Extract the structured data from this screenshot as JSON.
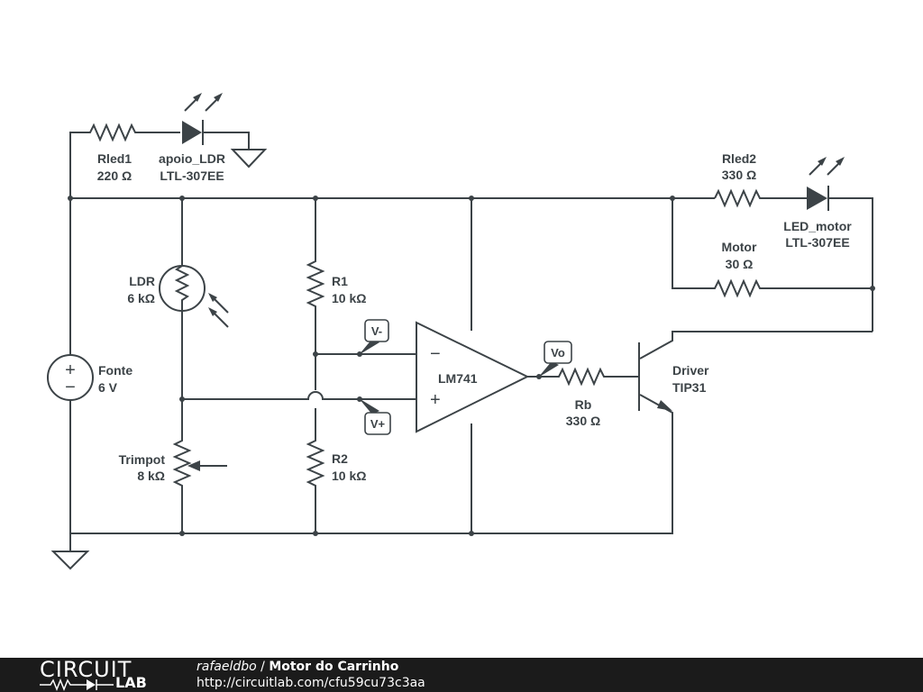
{
  "components": {
    "rled1": {
      "name": "Rled1",
      "value": "220 Ω"
    },
    "apoio_ldr": {
      "name": "apoio_LDR",
      "value": "LTL-307EE"
    },
    "rled2": {
      "name": "Rled2",
      "value": "330 Ω"
    },
    "led_motor": {
      "name": "LED_motor",
      "value": "LTL-307EE"
    },
    "motor": {
      "name": "Motor",
      "value": "30 Ω"
    },
    "ldr": {
      "name": "LDR",
      "value": "6 kΩ"
    },
    "r1": {
      "name": "R1",
      "value": "10 kΩ"
    },
    "r2": {
      "name": "R2",
      "value": "10 kΩ"
    },
    "fonte": {
      "name": "Fonte",
      "value": "6 V"
    },
    "trimpot": {
      "name": "Trimpot",
      "value": "8 kΩ"
    },
    "opamp": {
      "name": "LM741"
    },
    "rb": {
      "name": "Rb",
      "value": "330 Ω"
    },
    "driver": {
      "name": "Driver",
      "value": "TIP31"
    }
  },
  "probes": {
    "vminus": "V-",
    "vplus": "V+",
    "vo": "Vo"
  },
  "opamp_symbols": {
    "minus": "−",
    "plus": "+"
  },
  "source_symbols": {
    "plus": "+",
    "minus": "−"
  },
  "footer": {
    "logo_top": "CIRCUIT",
    "logo_bottom": "LAB",
    "user": "rafaeldbo",
    "separator": " / ",
    "title": "Motor do Carrinho",
    "url": "http://circuitlab.com/cfu59cu73c3aa"
  }
}
